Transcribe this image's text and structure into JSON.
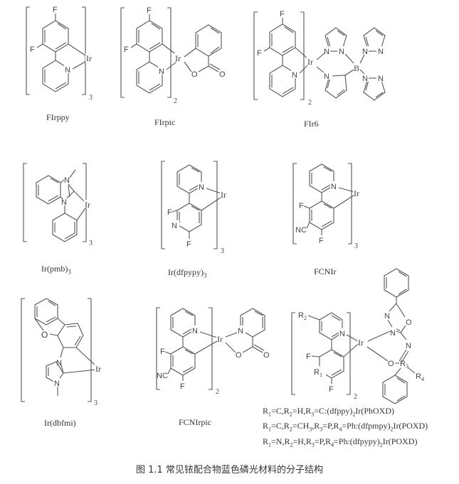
{
  "figure": {
    "caption": "图 1.1 常见铱配合物蓝色磷光材料的分子结构",
    "text_color": "#333333",
    "background": "#ffffff"
  },
  "compounds": [
    {
      "name": "FIrppy",
      "multiplier": "3",
      "atoms": [
        "F",
        "F",
        "Ir",
        "N"
      ]
    },
    {
      "name": "FIrpic",
      "multiplier": "2",
      "atoms": [
        "F",
        "F",
        "Ir",
        "N",
        "O",
        "O"
      ]
    },
    {
      "name": "FIr6",
      "multiplier": "2",
      "atoms": [
        "F",
        "F",
        "Ir",
        "N",
        "N",
        "N",
        "N",
        "N",
        "N",
        "N",
        "B"
      ]
    },
    {
      "name": "Ir(pmb)",
      "name_sub": "3",
      "multiplier": "3",
      "atoms": [
        "N",
        "N",
        "Ir"
      ]
    },
    {
      "name": "Ir(dfpypy)",
      "name_sub": "3",
      "multiplier": "3",
      "atoms": [
        "N",
        "Ir",
        "F",
        "N",
        "F"
      ]
    },
    {
      "name": "FCNIr",
      "multiplier": "3",
      "atoms": [
        "N",
        "Ir",
        "F",
        "NC",
        "F"
      ]
    },
    {
      "name": "Ir(dbfmi)",
      "multiplier": "3",
      "atoms": [
        "O",
        "N",
        "N",
        "Ir"
      ]
    },
    {
      "name": "FCNIrpic",
      "multiplier": "2",
      "atoms": [
        "N",
        "Ir",
        "F",
        "NC",
        "F",
        "N",
        "O",
        "O"
      ]
    },
    {
      "name": "",
      "multiplier": "2",
      "atoms": [
        "R2",
        "N",
        "Ir",
        "F",
        "R1",
        "F",
        "N",
        "N",
        "O",
        "N",
        "O",
        "R3",
        "R4"
      ]
    }
  ],
  "substituent_notes": [
    {
      "parts": [
        "R",
        "1",
        "=C,R",
        "2",
        "=H,R",
        "3",
        "=C:(dfppy)",
        "2",
        "Ir(PhOXD)"
      ]
    },
    {
      "parts": [
        "R",
        "1",
        "=C,R",
        "2",
        "=CH",
        "3",
        ",R",
        "3",
        "=P,R",
        "4",
        "=Ph:(dfpmpy)",
        "2",
        "Ir(POXD)"
      ]
    },
    {
      "parts": [
        "R",
        "1",
        "=N,R",
        "2",
        "=H,R",
        "3",
        "=P,R",
        "4",
        "=Ph:(dfpypy)",
        "2",
        "Ir(POXD)"
      ]
    }
  ]
}
